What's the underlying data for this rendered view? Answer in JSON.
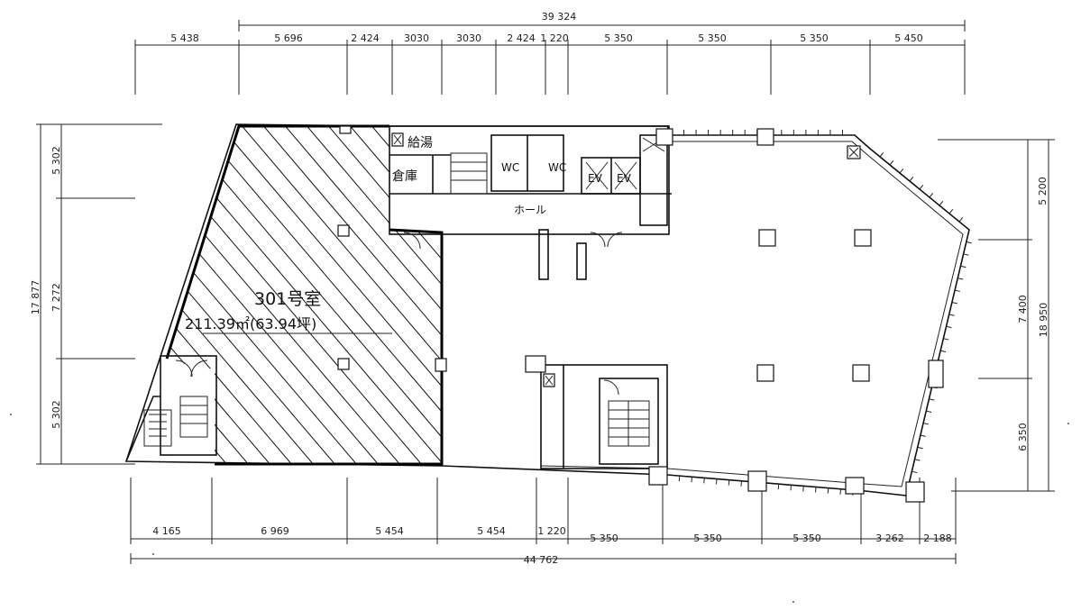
{
  "top_dimensions": {
    "total": "39 324",
    "segments": [
      "5 438",
      "5 696",
      "2 424",
      "3030",
      "3030",
      "2 424",
      "1 220",
      "5 350",
      "5 350",
      "5 350",
      "5 450"
    ]
  },
  "bottom_dimensions": {
    "total": "44 762",
    "segments": [
      "4 165",
      "6 969",
      "5 454",
      "5 454",
      "1 220",
      "5 350",
      "5 350",
      "5 350",
      "3 262",
      "2 188"
    ]
  },
  "left_dimensions": {
    "total": "17 877",
    "segments": [
      "5 302",
      "7 272",
      "5 302"
    ]
  },
  "right_dimensions": {
    "total": "18 950",
    "segments": [
      "5 200",
      "7 400",
      "6 350"
    ]
  },
  "room": {
    "name": "301号室",
    "area": "211.39㎡(63.94坪)"
  },
  "labels": {
    "office": "給湯",
    "storage": "倉庫",
    "wc1": "WC",
    "wc2": "WC",
    "ev1": "EV",
    "ev2": "EV",
    "hall": "ホール"
  }
}
